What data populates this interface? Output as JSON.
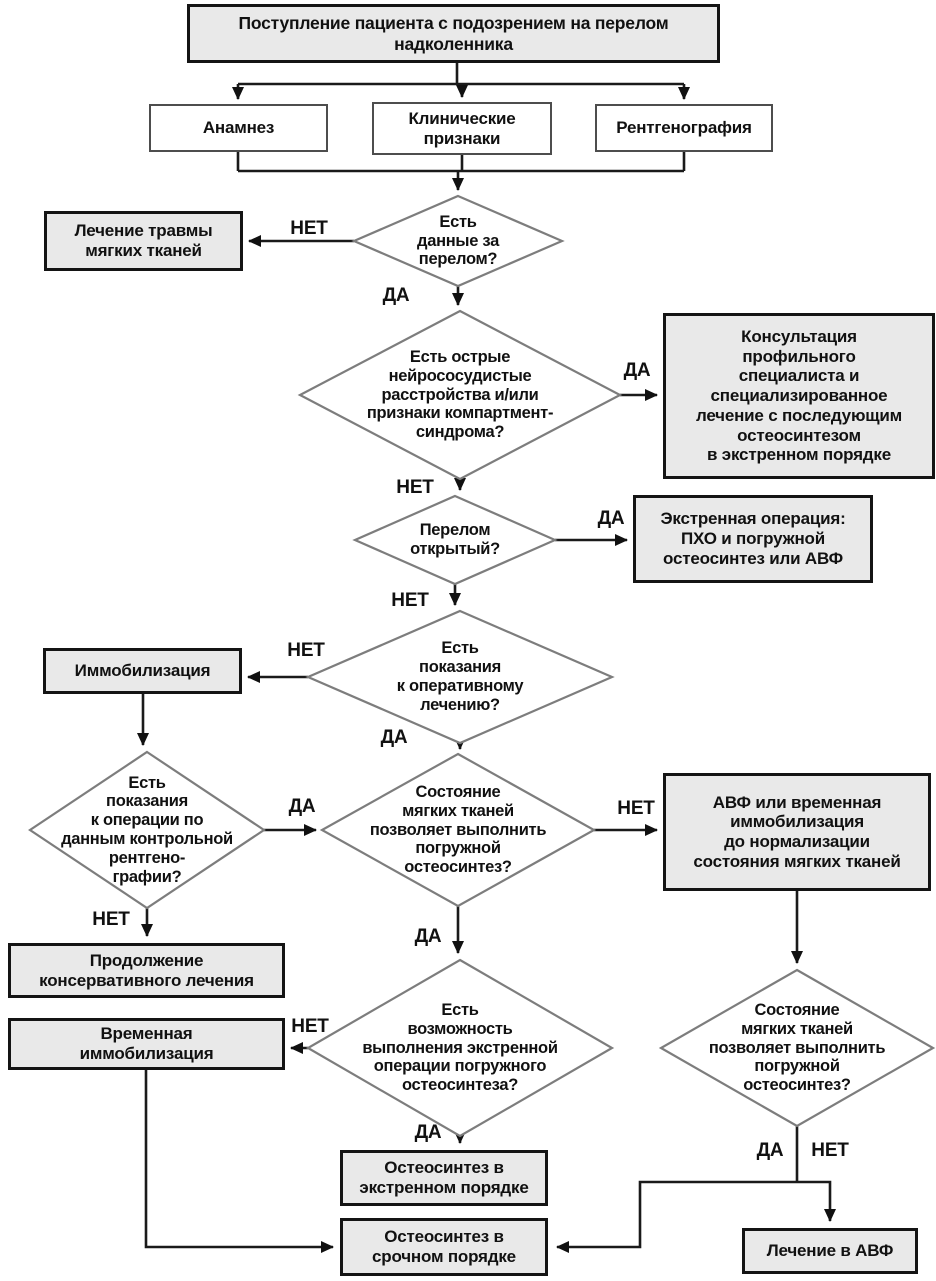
{
  "diagram": {
    "type": "flowchart",
    "language": "ru",
    "colors": {
      "node_fill": "#e9e9e9",
      "node_border": "#141414",
      "decision_border": "#7d7d7d",
      "connector": "#1a1a1a",
      "background": "#ffffff"
    }
  },
  "labels": {
    "yes": "ДА",
    "no": "НЕТ"
  },
  "nodes": {
    "start": {
      "label": "Поступление пациента с подозрением на перелом надколенника"
    },
    "anamnesis": {
      "label": "Анамнез"
    },
    "clinical": {
      "label": "Клинические\nпризнаки"
    },
    "xray": {
      "label": "Рентгенография"
    },
    "d_fracture": {
      "label": "Есть\nданные за\nперелом?"
    },
    "soft_tissue": {
      "label": "Лечение травмы\nмягких тканей"
    },
    "d_neuro": {
      "label": "Есть острые\nнейрососудистые\nрасстройства и/или\nпризнаки компартмент-\nсиндрома?"
    },
    "consult": {
      "label": "Консультация\nпрофильного\nспециалиста и\nспециализированное\nлечение с последующим\nостеосинтезом\nв экстренном порядке"
    },
    "d_open": {
      "label": "Перелом\nоткрытый?"
    },
    "emergency_op": {
      "label": "Экстренная операция:\nПХО и погружной\nостеосинтез или АВФ"
    },
    "d_surgery_ind": {
      "label": "Есть\nпоказания\nк оперативному\nлечению?"
    },
    "immobilization": {
      "label": "Иммобилизация"
    },
    "d_control_xray": {
      "label": "Есть\nпоказания\nк операции по\nданным контрольной\nрентгено-\nграфии?"
    },
    "d_soft_tissue_1": {
      "label": "Состояние\nмягких тканей\nпозволяет выполнить\nпогружной\nостеосинтез?"
    },
    "avf_or_temp": {
      "label": "АВФ или временная\nиммобилизация\nдо нормализации\nсостояния мягких тканей"
    },
    "continue_conservative": {
      "label": "Продолжение\nконсервативного лечения"
    },
    "temp_immobilization": {
      "label": "Временная\nиммобилизация"
    },
    "d_possibility": {
      "label": "Есть\nвозможность\nвыполнения экстренной\nоперации погружного\nостеосинтеза?"
    },
    "d_soft_tissue_2": {
      "label": "Состояние\nмягких тканей\nпозволяет выполнить\nпогружной\nостеосинтез?"
    },
    "osteo_emergency": {
      "label": "Остеосинтез в\nэкстренном порядке"
    },
    "osteo_urgent": {
      "label": "Остеосинтез в\nсрочном порядке"
    },
    "avf_treatment": {
      "label": "Лечение в АВФ"
    }
  }
}
